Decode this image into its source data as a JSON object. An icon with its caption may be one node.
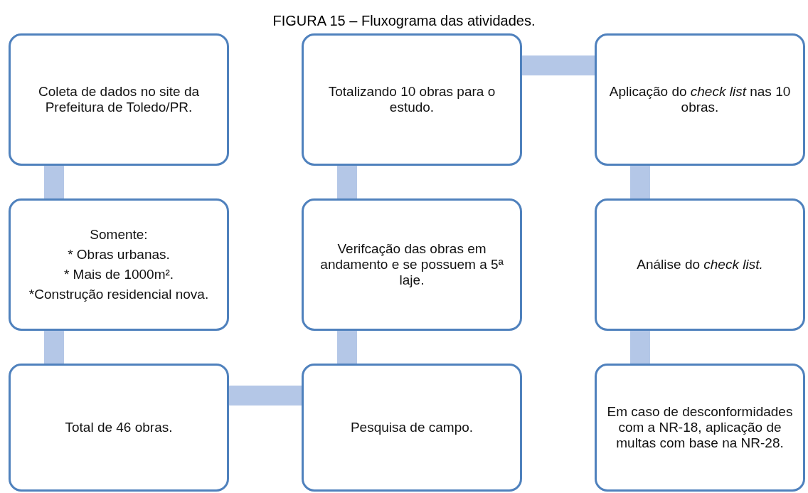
{
  "diagram": {
    "title": "FIGURA 15 – Fluxograma das atividades.",
    "nodes": [
      {
        "text": [
          "Coleta de dados no site da Prefeitura de Toledo/PR."
        ]
      },
      {
        "text": [
          "Somente:",
          "* Obras urbanas.",
          "* Mais de 1000m².",
          "*Construção residencial nova."
        ]
      },
      {
        "text": [
          "Total de 46 obras."
        ]
      },
      {
        "text": [
          "Pesquisa de campo."
        ]
      },
      {
        "text": [
          "Verifcação das obras em andamento e se possuem a 5ª laje."
        ]
      },
      {
        "text": [
          "Totalizando 10 obras para o estudo."
        ]
      },
      {
        "text": [
          "Aplicação do *check list* nas 10 obras."
        ]
      },
      {
        "text": [
          "Análise do *check list.*"
        ]
      },
      {
        "text": [
          "Em caso de desconformidades com a NR-18, aplicação de multas com base na NR-28."
        ]
      }
    ],
    "edges": [
      {
        "from": 0,
        "to": 1,
        "arrow": "none"
      },
      {
        "from": 1,
        "to": 2,
        "arrow": "none"
      },
      {
        "from": 2,
        "to": 3,
        "arrow": "none"
      },
      {
        "from": 3,
        "to": 4,
        "arrow": "none"
      },
      {
        "from": 4,
        "to": 5,
        "arrow": "none"
      },
      {
        "from": 5,
        "to": 6,
        "arrow": "none"
      },
      {
        "from": 6,
        "to": 7,
        "arrow": "none"
      },
      {
        "from": 7,
        "to": 8,
        "arrow": "none"
      }
    ]
  }
}
